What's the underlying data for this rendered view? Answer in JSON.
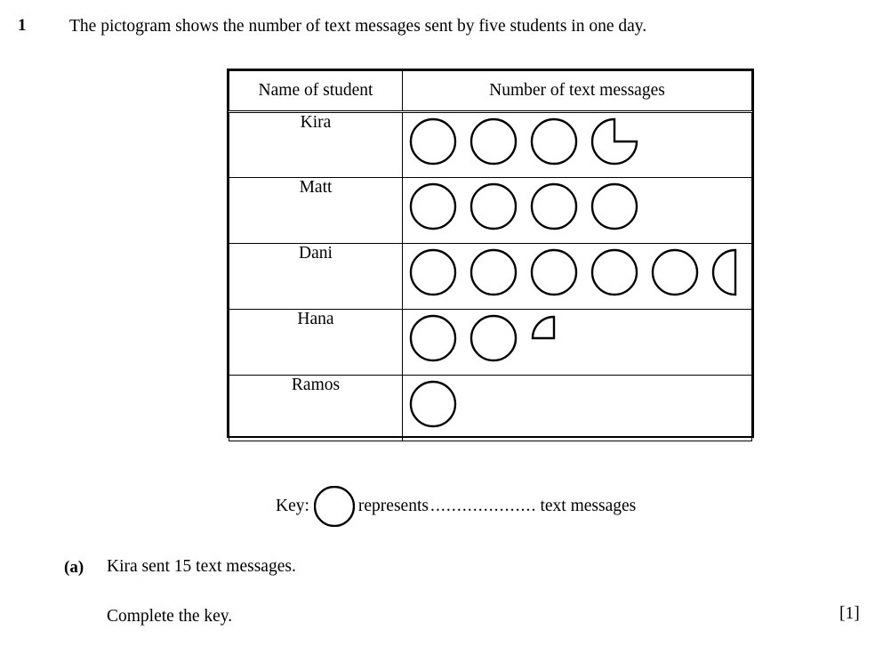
{
  "question": {
    "number": "1",
    "stem": "The pictogram shows the number of text messages sent by five students in one day."
  },
  "table": {
    "headers": [
      "Name of student",
      "Number of text messages"
    ],
    "rows": [
      {
        "name": "Kira",
        "full_circles": 3,
        "partial": "three-quarter",
        "symbols": [
          "circle",
          "circle",
          "circle",
          "three-quarter-circle"
        ]
      },
      {
        "name": "Matt",
        "full_circles": 4,
        "partial": "none",
        "symbols": [
          "circle",
          "circle",
          "circle",
          "circle"
        ]
      },
      {
        "name": "Dani",
        "full_circles": 5,
        "partial": "half",
        "symbols": [
          "circle",
          "circle",
          "circle",
          "circle",
          "circle",
          "half-circle"
        ]
      },
      {
        "name": "Hana",
        "full_circles": 2,
        "partial": "quarter",
        "symbols": [
          "circle",
          "circle",
          "quarter-circle"
        ]
      },
      {
        "name": "Ramos",
        "full_circles": 1,
        "partial": "none",
        "symbols": [
          "circle"
        ]
      }
    ]
  },
  "key": {
    "label": "Key:",
    "symbol": "circle",
    "represents": "represents",
    "blank": "....................",
    "unit": "text messages"
  },
  "parts": [
    {
      "label": "(a)",
      "line1": "Kira sent 15 text messages.",
      "line2": "Complete the key.",
      "marks": "[1]"
    }
  ],
  "colors": {
    "ink": "#000000",
    "paper": "#ffffff"
  }
}
